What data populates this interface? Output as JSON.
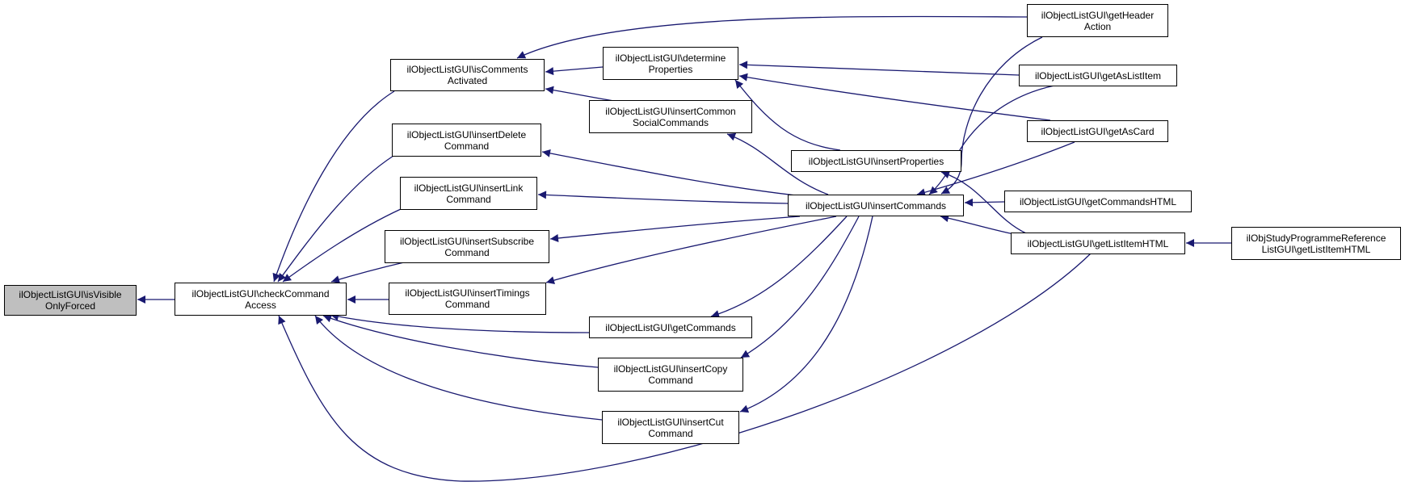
{
  "colors": {
    "edge": "#191970",
    "node_border": "#000000",
    "node_fill": "#ffffff",
    "focus_fill": "#bfbfbf"
  },
  "nodes": {
    "isVisibleOnlyForced": {
      "line1": "ilObjectListGUI\\isVisible",
      "line2": "OnlyForced"
    },
    "checkCommandAccess": {
      "line1": "ilObjectListGUI\\checkCommand",
      "line2": "Access"
    },
    "isCommentsActivated": {
      "line1": "ilObjectListGUI\\isComments",
      "line2": "Activated"
    },
    "insertDeleteCommand": {
      "line1": "ilObjectListGUI\\insertDelete",
      "line2": "Command"
    },
    "insertLinkCommand": {
      "line1": "ilObjectListGUI\\insertLink",
      "line2": "Command"
    },
    "insertSubscribeCommand": {
      "line1": "ilObjectListGUI\\insertSubscribe",
      "line2": "Command"
    },
    "insertTimingsCommand": {
      "line1": "ilObjectListGUI\\insertTimings",
      "line2": "Command"
    },
    "determineProperties": {
      "line1": "ilObjectListGUI\\determine",
      "line2": "Properties"
    },
    "insertCommonSocialCommands": {
      "line1": "ilObjectListGUI\\insertCommon",
      "line2": "SocialCommands"
    },
    "getCommands": {
      "line1": "ilObjectListGUI\\getCommands",
      "line2": ""
    },
    "insertCopyCommand": {
      "line1": "ilObjectListGUI\\insertCopy",
      "line2": "Command"
    },
    "insertCutCommand": {
      "line1": "ilObjectListGUI\\insertCut",
      "line2": "Command"
    },
    "insertProperties": {
      "line1": "ilObjectListGUI\\insertProperties",
      "line2": ""
    },
    "insertCommands": {
      "line1": "ilObjectListGUI\\insertCommands",
      "line2": ""
    },
    "getHeaderAction": {
      "line1": "ilObjectListGUI\\getHeader",
      "line2": "Action"
    },
    "getAsListItem": {
      "line1": "ilObjectListGUI\\getAsListItem",
      "line2": ""
    },
    "getAsCard": {
      "line1": "ilObjectListGUI\\getAsCard",
      "line2": ""
    },
    "getCommandsHTML": {
      "line1": "ilObjectListGUI\\getCommandsHTML",
      "line2": ""
    },
    "getListItemHTML": {
      "line1": "ilObjectListGUI\\getListItemHTML",
      "line2": ""
    },
    "studyProgrammeGetListItemHTML": {
      "line1": "ilObjStudyProgrammeReference",
      "line2": "ListGUI\\getListItemHTML"
    }
  }
}
